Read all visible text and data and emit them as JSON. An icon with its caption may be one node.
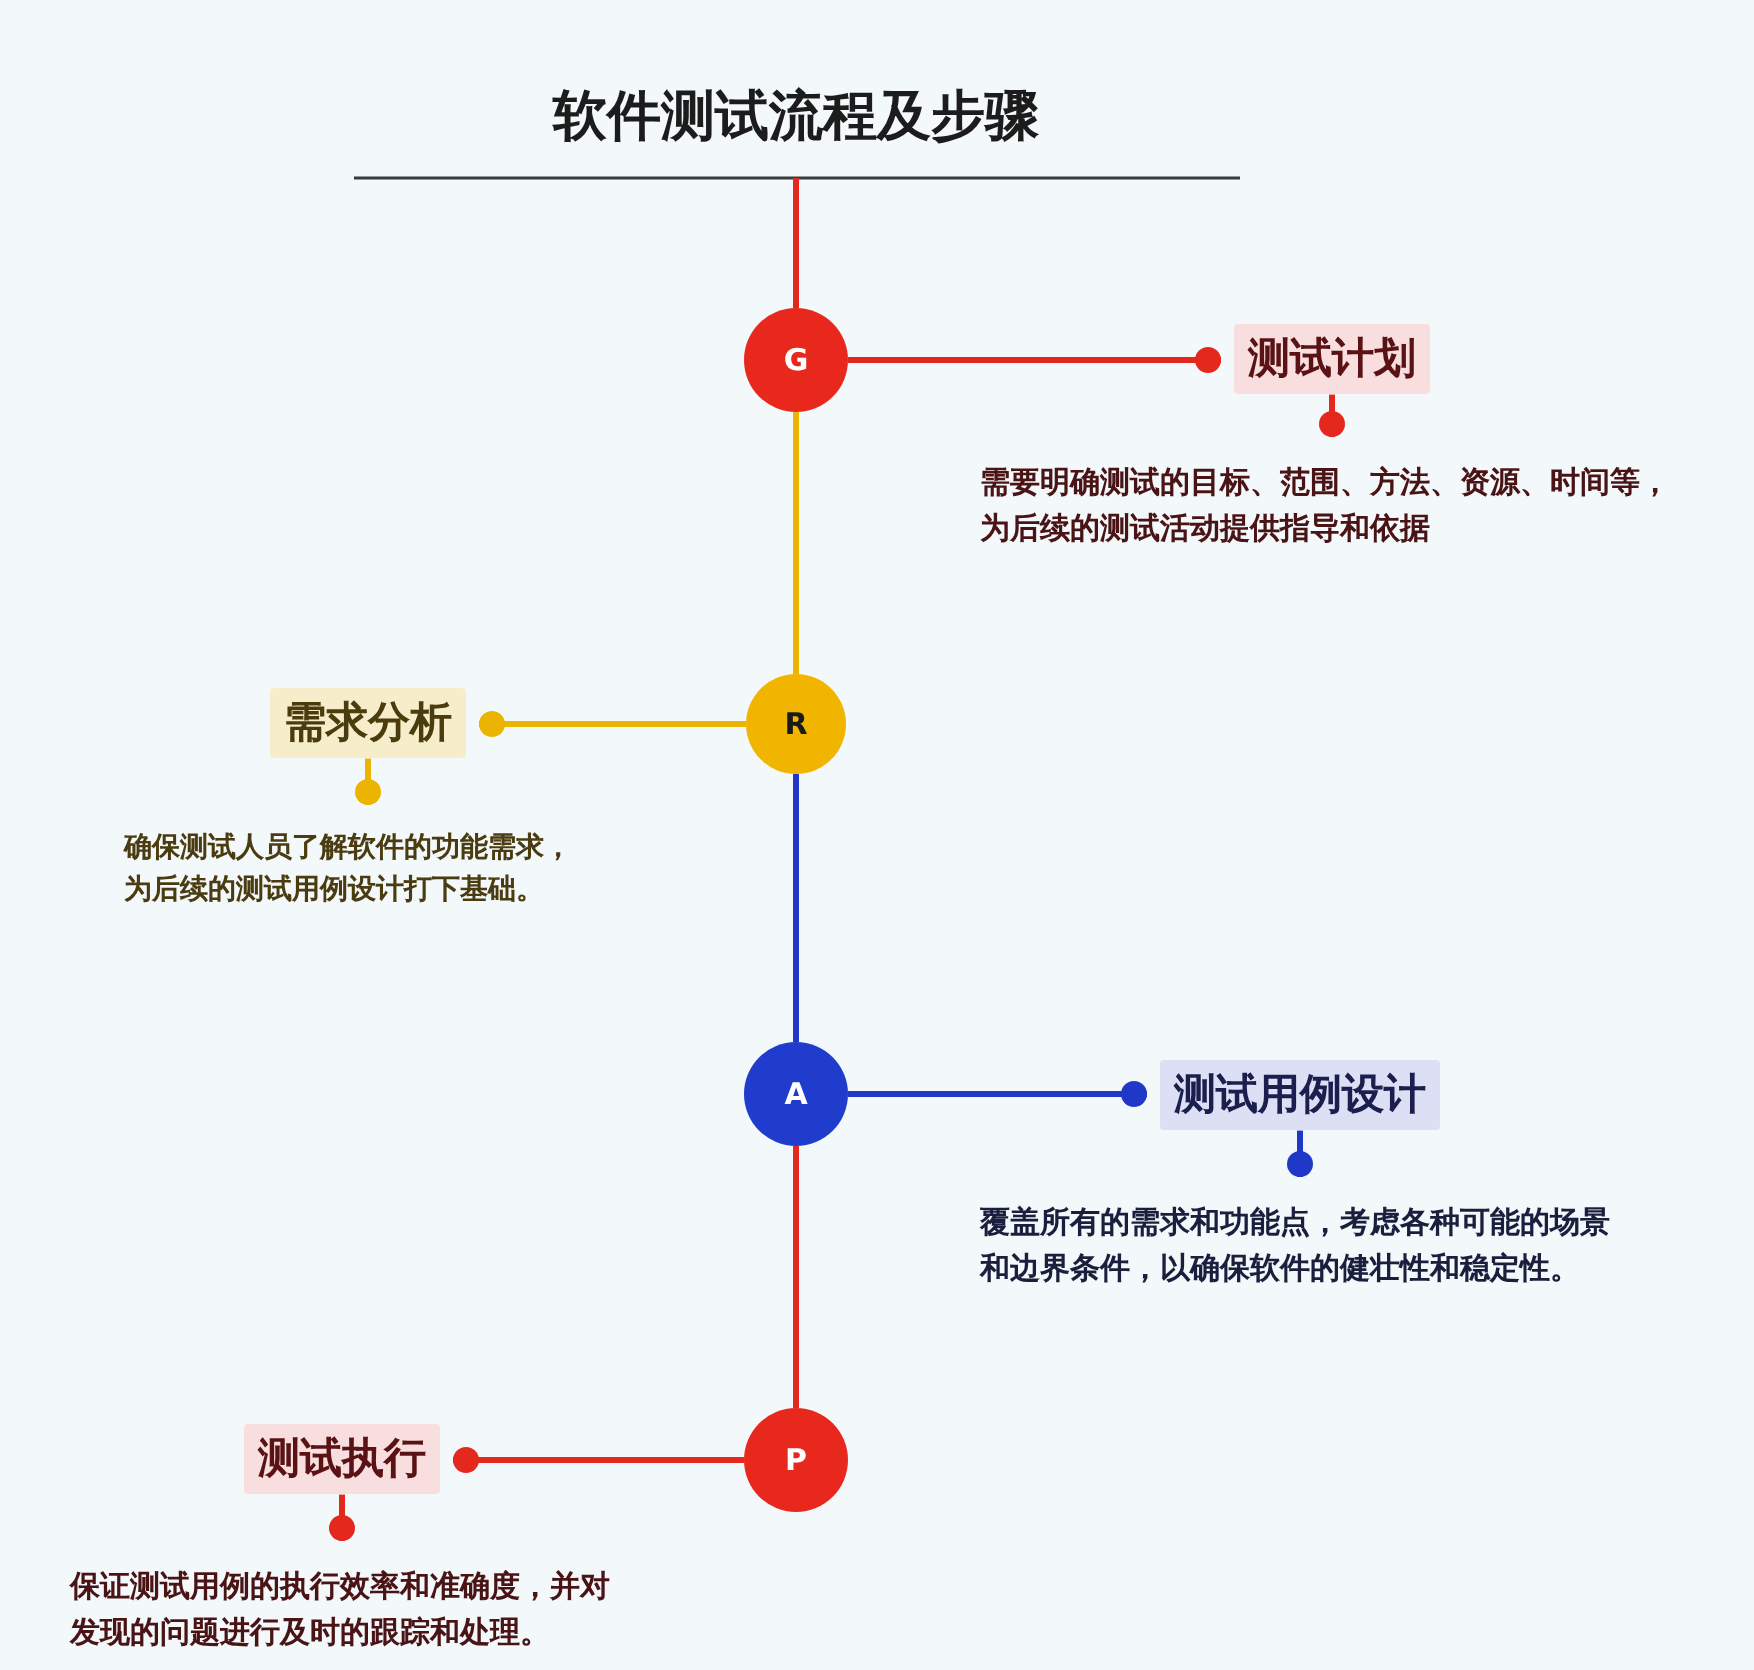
{
  "diagram": {
    "title": "软件测试流程及步骤",
    "nodes": [
      {
        "text": [
          "G"
        ]
      },
      {
        "text": [
          "R"
        ]
      },
      {
        "text": [
          "A"
        ]
      },
      {
        "text": [
          "P"
        ]
      },
      {
        "text": [
          "测试计划"
        ]
      },
      {
        "text": [
          "需求分析"
        ]
      },
      {
        "text": [
          "测试用例设计"
        ]
      },
      {
        "text": [
          "测试执行"
        ]
      },
      {
        "text": [
          "需要明确测试的目标、范围、方法、资源、时间等，为后续的测试活动提供指导和依据"
        ]
      },
      {
        "text": [
          "确保测试人员了解软件的功能需求，为后续的测试用例设计打下基础。"
        ]
      },
      {
        "text": [
          "覆盖所有的需求和功能点，考虑各种可能的场景和边界条件，以确保软件的健壮性和稳定性。"
        ]
      },
      {
        "text": [
          "保证测试用例的执行效率和准确度，并对发现的问题进行及时的跟踪和处理。"
        ]
      }
    ],
    "edges": [
      {
        "from": null,
        "to": 0,
        "arrow": "none",
        "color": "#e5281e"
      },
      {
        "from": 0,
        "to": 1,
        "arrow": "none",
        "color": "#ebb400"
      },
      {
        "from": 1,
        "to": 2,
        "arrow": "none",
        "color": "#2038c8"
      },
      {
        "from": 2,
        "to": 3,
        "arrow": "none",
        "color": "#e5281e"
      },
      {
        "from": 0,
        "to": 4,
        "arrow": "other",
        "color": "#e5281e"
      },
      {
        "from": 1,
        "to": 5,
        "arrow": "other",
        "color": "#ebb400"
      },
      {
        "from": 2,
        "to": 6,
        "arrow": "other",
        "color": "#2038c8"
      },
      {
        "from": 3,
        "to": 7,
        "arrow": "other",
        "color": "#e5281e"
      },
      {
        "from": 4,
        "to": 8,
        "arrow": "other",
        "color": "#e5281e"
      },
      {
        "from": 5,
        "to": 9,
        "arrow": "other",
        "color": "#ebb400"
      },
      {
        "from": 6,
        "to": 10,
        "arrow": "other",
        "color": "#2038c8"
      },
      {
        "from": 7,
        "to": 11,
        "arrow": "other",
        "color": "#e5281e"
      }
    ]
  }
}
